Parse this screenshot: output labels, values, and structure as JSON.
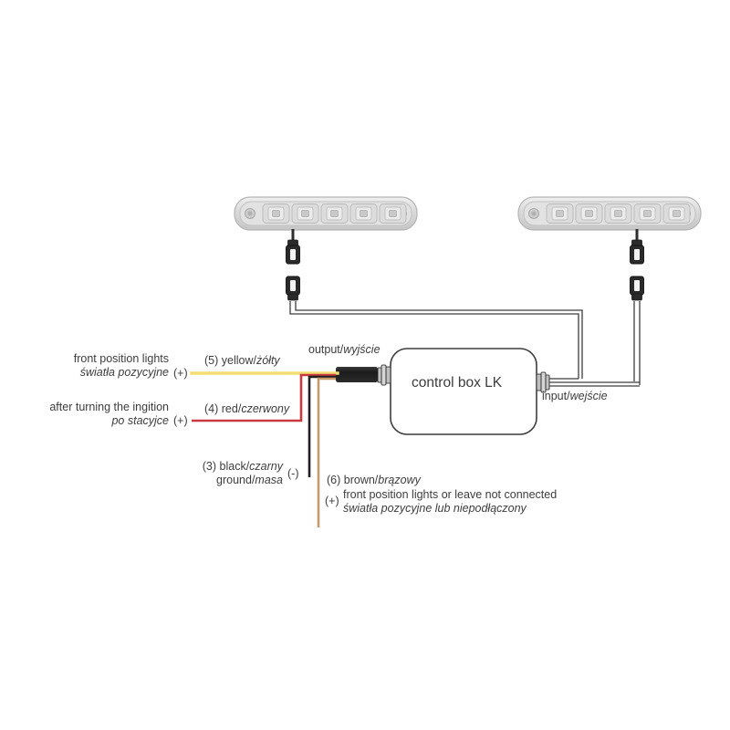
{
  "diagram": {
    "title_box": "control box LK",
    "ports": {
      "output": {
        "en": "output/",
        "pl": "wyjście"
      },
      "input": {
        "en": "input/",
        "pl": "wejście"
      }
    },
    "modules": [
      {
        "name": "led-bar-left",
        "led_count": 5
      },
      {
        "name": "led-bar-right",
        "led_count": 5
      }
    ],
    "wires": [
      {
        "id": "yellow",
        "number": "(5)",
        "code_en": "yellow/",
        "code_pl": "żółty",
        "polarity": "(+)",
        "desc_en": "front position lights",
        "desc_pl": "światła pozycyjne",
        "color": "#f2de72"
      },
      {
        "id": "red",
        "number": "(4)",
        "code_en": "red/",
        "code_pl": "czerwony",
        "polarity": "(+)",
        "desc_en": "after turning the ingition",
        "desc_pl": "po stacyjce",
        "color": "#c9393f"
      },
      {
        "id": "black",
        "number": "(3)",
        "code_en": "black/",
        "code_pl": "czarny",
        "polarity": "(-)",
        "desc_en": "ground/",
        "desc_pl": "masa",
        "color": "#231f20"
      },
      {
        "id": "brown",
        "number": "(6)",
        "code_en": "brown/",
        "code_pl": "brązowy",
        "polarity": "(+)",
        "desc_en": "front position lights or leave not connected",
        "desc_pl": "światła pozycyjne lub niepodłączony",
        "color": "#c89a6a"
      }
    ],
    "colors": {
      "outline": "#3d3d3d",
      "cable_sleeve": "#231f20",
      "module_body": "#d9d9d9",
      "background": "#ffffff"
    }
  }
}
